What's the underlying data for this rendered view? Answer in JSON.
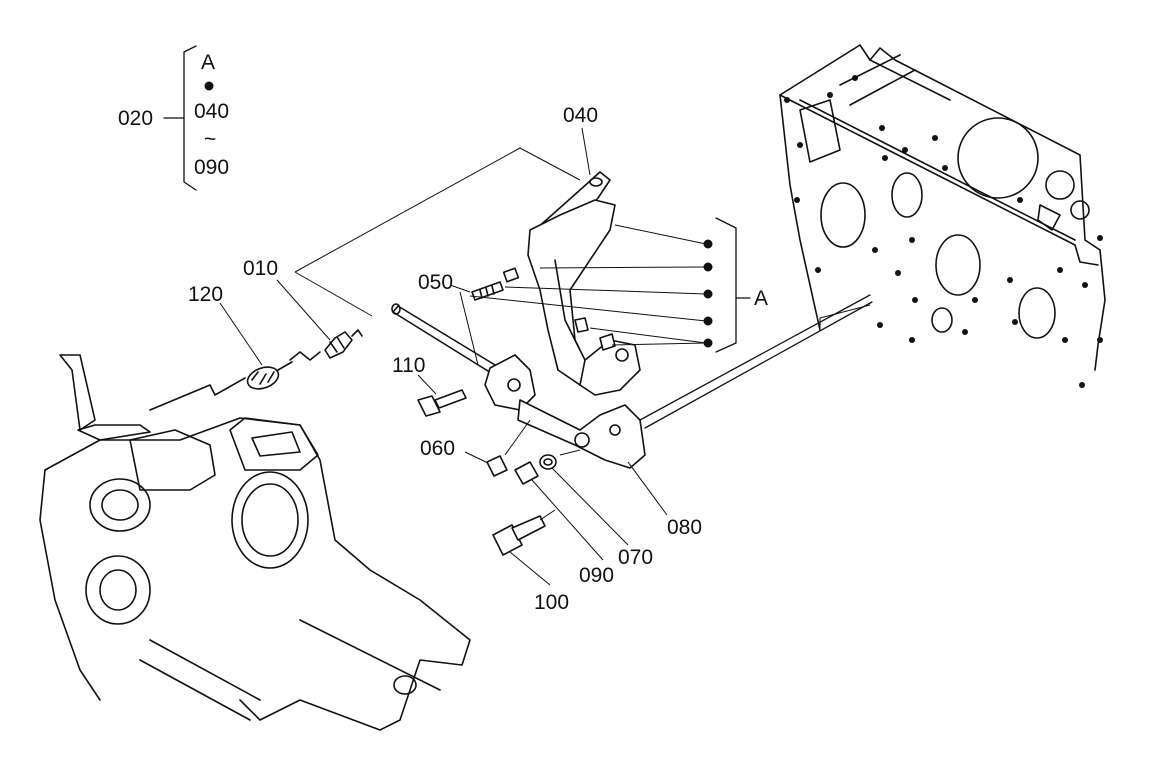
{
  "legend": {
    "callout": "020",
    "group_letter": "A",
    "range_start": "040",
    "range_tilde": "~",
    "range_end": "090"
  },
  "callouts": {
    "p010": "010",
    "p040": "040",
    "p050": "050",
    "p060": "060",
    "p070": "070",
    "p080": "080",
    "p090": "090",
    "p100": "100",
    "p110": "110",
    "p120": "120"
  },
  "group_marker": "A"
}
